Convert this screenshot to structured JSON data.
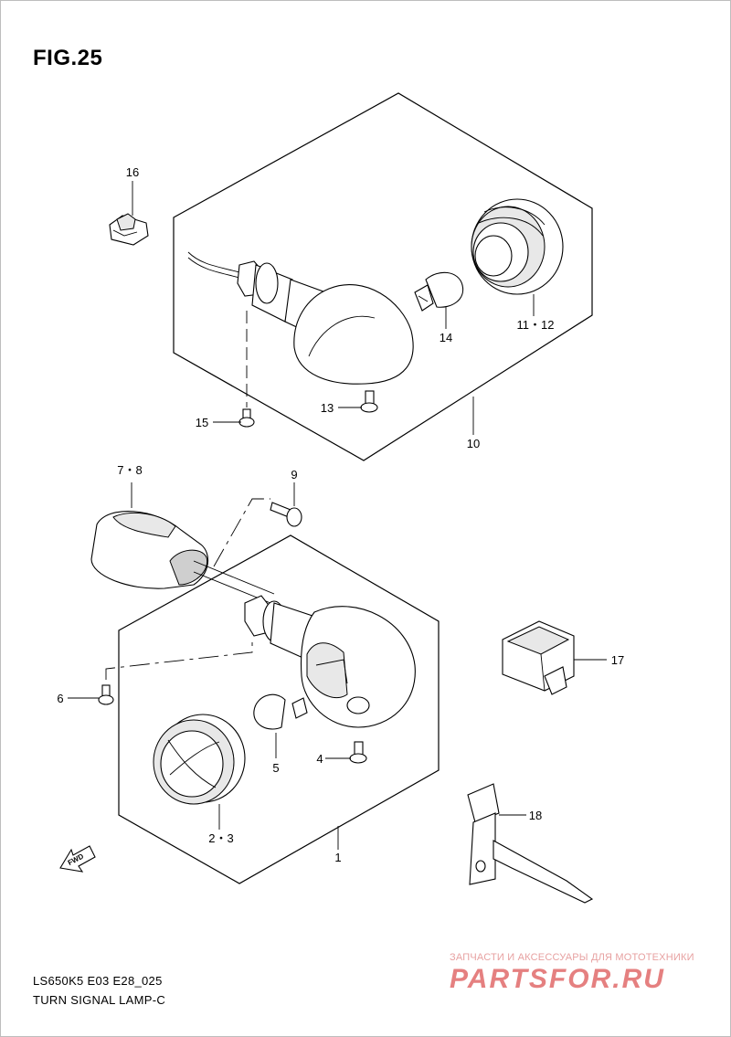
{
  "figure_title": "FIG.25",
  "model_code": "LS650K5 E03 E28_025",
  "diagram_name": "TURN SIGNAL LAMP-C",
  "fwd_label": "FWD",
  "callouts": {
    "c1": "1",
    "c2_3": "2・3",
    "c4": "4",
    "c5": "5",
    "c6": "6",
    "c7_8": "7・8",
    "c9": "9",
    "c10": "10",
    "c11_12": "11・12",
    "c13": "13",
    "c14": "14",
    "c15": "15",
    "c16": "16",
    "c17": "17",
    "c18": "18"
  },
  "watermark": {
    "tagline": "ЗАПЧАСТИ И АКСЕССУАРЫ ДЛЯ МОТОТЕХНИКИ",
    "logo": "PARTSFOR.RU"
  }
}
